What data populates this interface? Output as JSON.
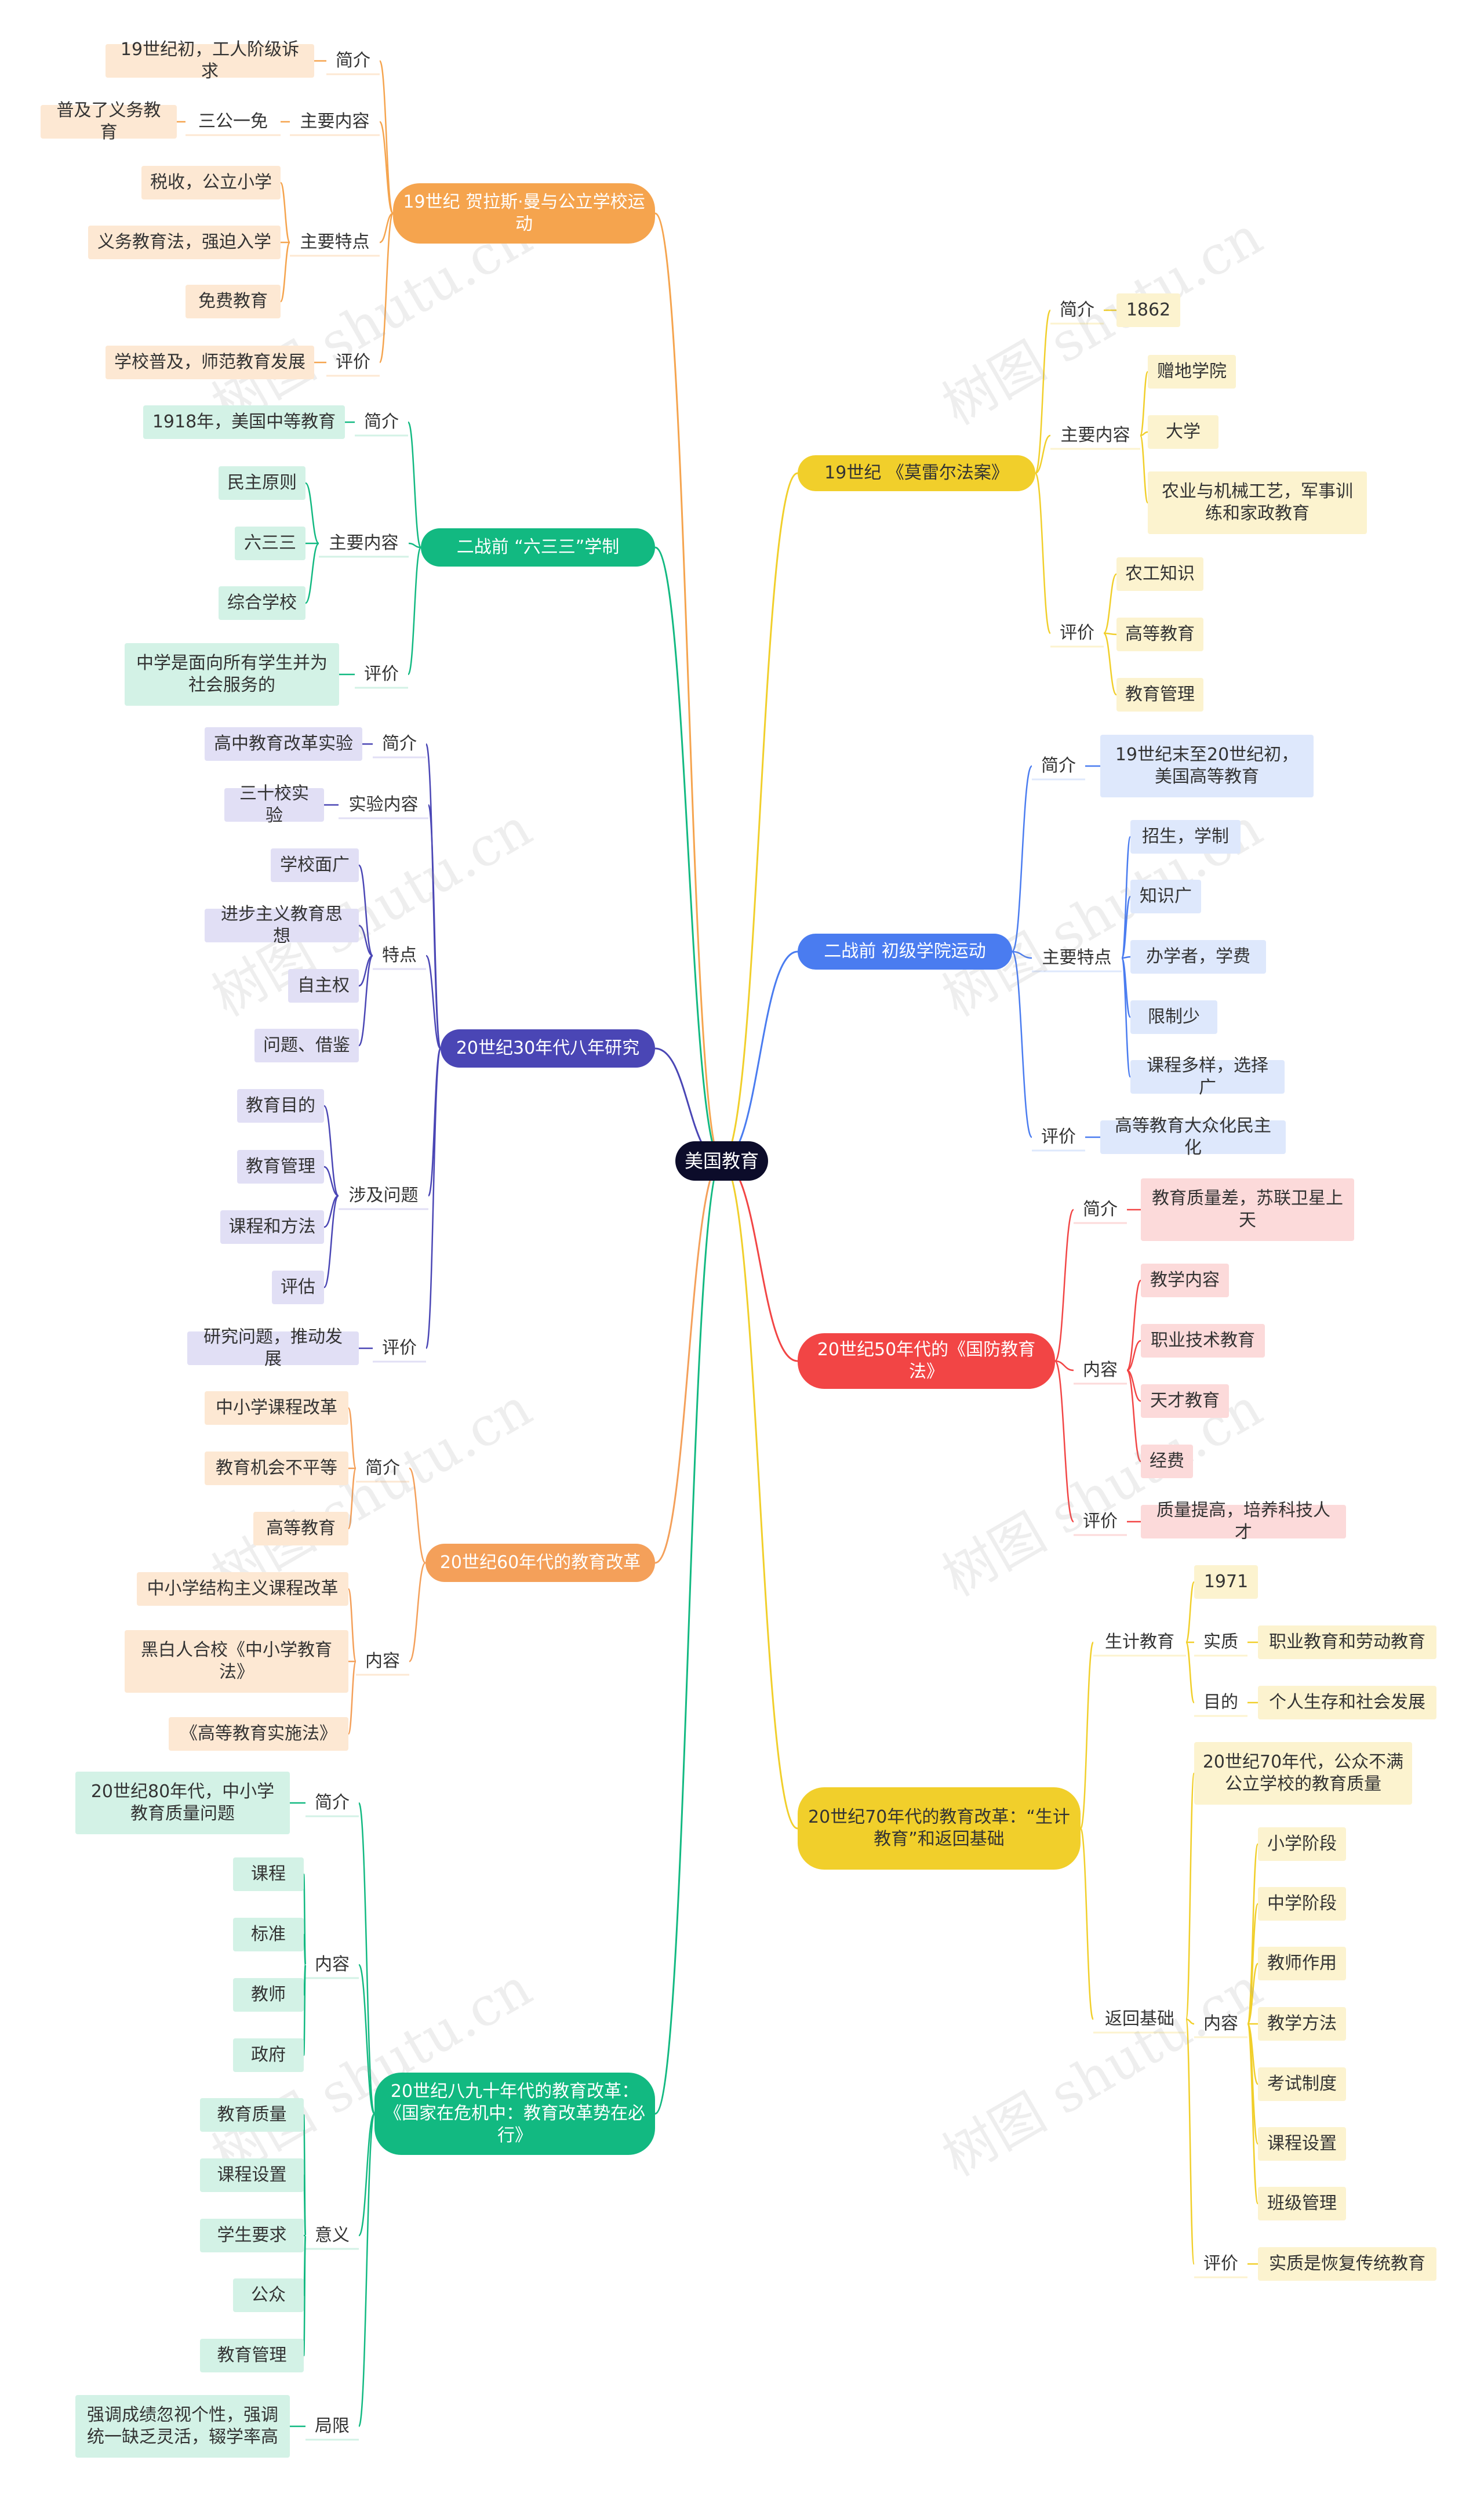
{
  "root": "美国教育",
  "watermark": "树图 shutu.cn",
  "colors": {
    "orange": "#f5a44e",
    "orange_light": "#fde8d3",
    "green": "#12b981",
    "green_light": "#d3f2e6",
    "purple": "#4a46b5",
    "purple_light": "#e1dff5",
    "yellow": "#f1cf2b",
    "yellow_light": "#fcf3cf",
    "blue": "#4a7cf0",
    "blue_light": "#dee8fc",
    "red": "#f24545",
    "red_light": "#fcdada",
    "orange2": "#f4a05a"
  },
  "branches": [
    {
      "id": "b1",
      "label": "19世纪      贺拉斯·曼与公立学校运动",
      "children": [
        {
          "label": "简介",
          "children": [
            {
              "label": "19世纪初，工人阶级诉求"
            }
          ]
        },
        {
          "label": "主要内容",
          "children": [
            {
              "label": "三公一免",
              "children": [
                {
                  "label": "普及了义务教育"
                }
              ]
            }
          ]
        },
        {
          "label": "主要特点",
          "children": [
            {
              "label": "税收，公立小学"
            },
            {
              "label": "义务教育法，强迫入学"
            },
            {
              "label": "免费教育"
            }
          ]
        },
        {
          "label": "评价",
          "children": [
            {
              "label": "学校普及，师范教育发展"
            }
          ]
        }
      ]
    },
    {
      "id": "b2",
      "label": "二战前      “六三三”学制",
      "children": [
        {
          "label": "简介",
          "children": [
            {
              "label": "1918年，美国中等教育"
            }
          ]
        },
        {
          "label": "主要内容",
          "children": [
            {
              "label": "民主原则"
            },
            {
              "label": "六三三"
            },
            {
              "label": "综合学校"
            }
          ]
        },
        {
          "label": "评价",
          "children": [
            {
              "label": "中学是面向所有学生并为社会服务的"
            }
          ]
        }
      ]
    },
    {
      "id": "b3",
      "label": "20世纪30年代八年研究",
      "children": [
        {
          "label": "简介",
          "children": [
            {
              "label": "高中教育改革实验"
            }
          ]
        },
        {
          "label": "实验内容",
          "children": [
            {
              "label": "三十校实验"
            }
          ]
        },
        {
          "label": "特点",
          "children": [
            {
              "label": "学校面广"
            },
            {
              "label": "进步主义教育思想"
            },
            {
              "label": "自主权"
            },
            {
              "label": "问题、借鉴"
            }
          ]
        },
        {
          "label": "涉及问题",
          "children": [
            {
              "label": "教育目的"
            },
            {
              "label": "教育管理"
            },
            {
              "label": "课程和方法"
            },
            {
              "label": "评估"
            }
          ]
        },
        {
          "label": "评价",
          "children": [
            {
              "label": "研究问题，推动发展"
            }
          ]
        }
      ]
    },
    {
      "id": "b4",
      "label": "20世纪60年代的教育改革",
      "children": [
        {
          "label": "简介",
          "children": [
            {
              "label": "中小学课程改革"
            },
            {
              "label": "教育机会不平等"
            },
            {
              "label": "高等教育"
            }
          ]
        },
        {
          "label": "内容",
          "children": [
            {
              "label": "中小学结构主义课程改革"
            },
            {
              "label": "黑白人合校《中小学教育法》"
            },
            {
              "label": "《高等教育实施法》"
            }
          ]
        }
      ]
    },
    {
      "id": "b5",
      "label": "20世纪八九十年代的教育改革：《国家在危机中：教育改革势在必行》",
      "children": [
        {
          "label": "简介",
          "children": [
            {
              "label": "20世纪80年代，中小学教育质量问题"
            }
          ]
        },
        {
          "label": "内容",
          "children": [
            {
              "label": "课程"
            },
            {
              "label": "标准"
            },
            {
              "label": "教师"
            },
            {
              "label": "政府"
            }
          ]
        },
        {
          "label": "意义",
          "children": [
            {
              "label": "教育质量"
            },
            {
              "label": "课程设置"
            },
            {
              "label": "学生要求"
            },
            {
              "label": "公众"
            },
            {
              "label": "教育管理"
            }
          ]
        },
        {
          "label": "局限",
          "children": [
            {
              "label": "强调成绩忽视个性，强调统一缺乏灵活，辍学率高"
            }
          ]
        }
      ]
    },
    {
      "id": "b6",
      "label": "19世纪      《莫雷尔法案》",
      "children": [
        {
          "label": "简介",
          "children": [
            {
              "label": "1862"
            }
          ]
        },
        {
          "label": "主要内容",
          "children": [
            {
              "label": "赠地学院"
            },
            {
              "label": "大学"
            },
            {
              "label": "农业与机械工艺，军事训练和家政教育"
            }
          ]
        },
        {
          "label": "评价",
          "children": [
            {
              "label": "农工知识"
            },
            {
              "label": "高等教育"
            },
            {
              "label": "教育管理"
            }
          ]
        }
      ]
    },
    {
      "id": "b7",
      "label": "二战前      初级学院运动",
      "children": [
        {
          "label": "简介",
          "children": [
            {
              "label": "19世纪末至20世纪初，美国高等教育"
            }
          ]
        },
        {
          "label": "主要特点",
          "children": [
            {
              "label": "招生，学制"
            },
            {
              "label": "知识广"
            },
            {
              "label": "办学者，学费"
            },
            {
              "label": "限制少"
            },
            {
              "label": "课程多样，选择广"
            }
          ]
        },
        {
          "label": "评价",
          "children": [
            {
              "label": "高等教育大众化民主化"
            }
          ]
        }
      ]
    },
    {
      "id": "b8",
      "label": "20世纪50年代的《国防教育法》",
      "children": [
        {
          "label": "简介",
          "children": [
            {
              "label": "教育质量差，苏联卫星上天"
            }
          ]
        },
        {
          "label": "内容",
          "children": [
            {
              "label": "教学内容"
            },
            {
              "label": "职业技术教育"
            },
            {
              "label": "天才教育"
            },
            {
              "label": "经费"
            }
          ]
        },
        {
          "label": "评价",
          "children": [
            {
              "label": "质量提高，培养科技人才"
            }
          ]
        }
      ]
    },
    {
      "id": "b9",
      "label": "20世纪70年代的教育改革：“生计教育”和返回基础",
      "children": [
        {
          "label": "生计教育",
          "children": [
            {
              "label": "1971"
            },
            {
              "label": "实质",
              "children": [
                {
                  "label": "职业教育和劳动教育"
                }
              ]
            },
            {
              "label": "目的",
              "children": [
                {
                  "label": "个人生存和社会发展"
                }
              ]
            }
          ]
        },
        {
          "label": "返回基础",
          "children": [
            {
              "label": "20世纪70年代，公众不满公立学校的教育质量"
            },
            {
              "label": "内容",
              "children": [
                {
                  "label": "小学阶段"
                },
                {
                  "label": "中学阶段"
                },
                {
                  "label": "教师作用"
                },
                {
                  "label": "教学方法"
                },
                {
                  "label": "考试制度"
                },
                {
                  "label": "课程设置"
                },
                {
                  "label": "班级管理"
                }
              ]
            },
            {
              "label": "评价",
              "children": [
                {
                  "label": "实质是恢复传统教育"
                }
              ]
            }
          ]
        }
      ]
    }
  ]
}
